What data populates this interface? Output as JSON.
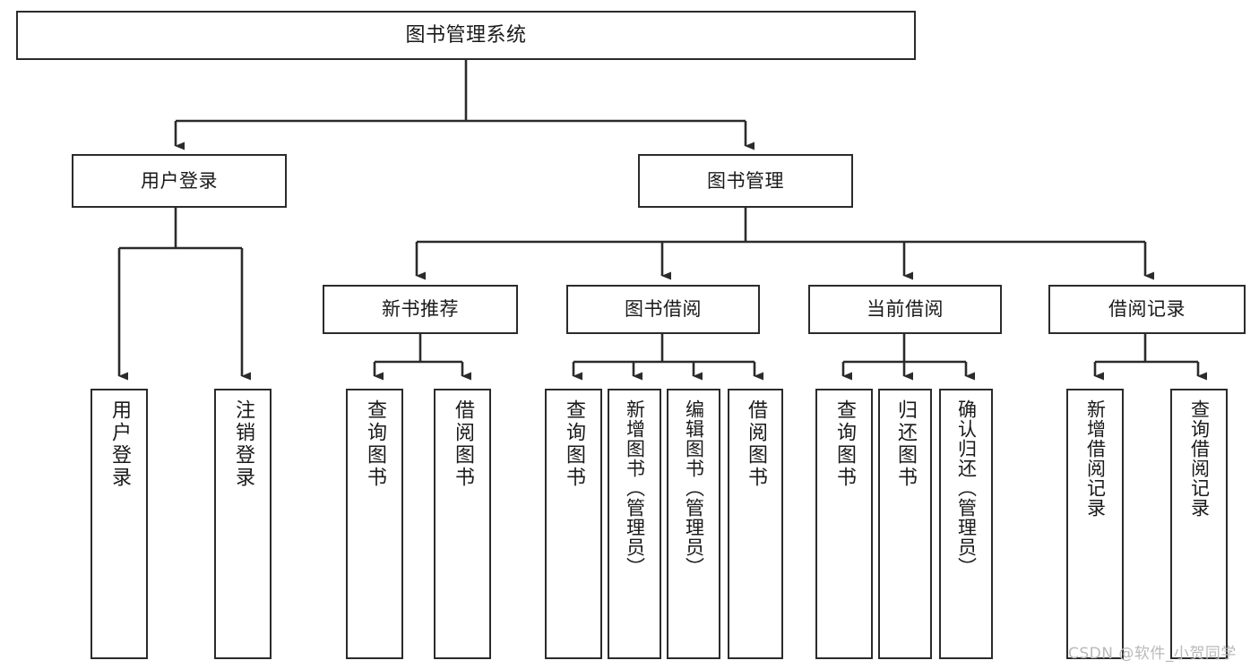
{
  "diagram": {
    "title": "图书管理系统",
    "type": "tree-hierarchy-chart",
    "orientation": "top-down",
    "line_color": "#2b2b2b",
    "box_fill": "#ffffff",
    "box_border": "#2b2b2b",
    "text_color": "#1a1a1a",
    "background": "#ffffff"
  },
  "watermark": {
    "text": "CSDN @软件_小贺同学",
    "color": "#b9b9b9"
  },
  "nodes": {
    "root": {
      "label": "图书管理系统"
    },
    "level2": [
      {
        "label": "用户登录"
      },
      {
        "label": "图书管理"
      }
    ],
    "level3": [
      {
        "label": "新书推荐"
      },
      {
        "label": "图书借阅"
      },
      {
        "label": "当前借阅"
      },
      {
        "label": "借阅记录"
      }
    ],
    "leaves": [
      {
        "label": "用户登录",
        "parent": "用户登录"
      },
      {
        "label": "注销登录",
        "parent": "用户登录"
      },
      {
        "label": "查询图书",
        "parent": "新书推荐"
      },
      {
        "label": "借阅图书",
        "parent": "新书推荐"
      },
      {
        "label": "查询图书",
        "parent": "图书借阅"
      },
      {
        "label": "新增图书（管理员）",
        "parent": "图书借阅"
      },
      {
        "label": "编辑图书（管理员）",
        "parent": "图书借阅"
      },
      {
        "label": "借阅图书",
        "parent": "图书借阅"
      },
      {
        "label": "查询图书",
        "parent": "当前借阅"
      },
      {
        "label": "归还图书",
        "parent": "当前借阅"
      },
      {
        "label": "确认归还（管理员）",
        "parent": "当前借阅"
      },
      {
        "label": "新增借阅记录",
        "parent": "借阅记录"
      },
      {
        "label": "查询借阅记录",
        "parent": "借阅记录"
      }
    ]
  }
}
